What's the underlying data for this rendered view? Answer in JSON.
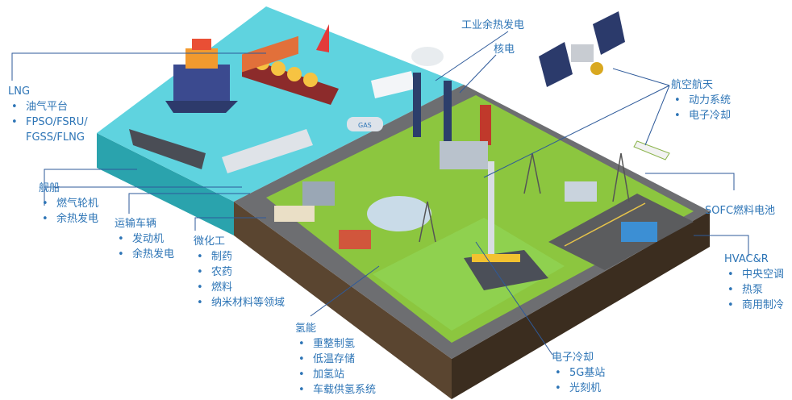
{
  "labels": {
    "lng": {
      "title": "LNG",
      "items": [
        "油气平台",
        "FPSO/FSRU/\nFGSS/FLNG"
      ]
    },
    "ship": {
      "title": "舰船",
      "items": [
        "燃气轮机",
        "余热发电"
      ]
    },
    "vehicle": {
      "title": "运输车辆",
      "items": [
        "发动机",
        "余热发电"
      ]
    },
    "chem": {
      "title": "微化工",
      "items": [
        "制药",
        "农药",
        "燃料",
        "纳米材料等领域"
      ]
    },
    "hydrogen": {
      "title": "氢能",
      "items": [
        "重整制氢",
        "低温存储",
        "加氢站",
        "车载供氢系统"
      ]
    },
    "electronics": {
      "title": "电子冷却",
      "items": [
        "5G基站",
        "光刻机"
      ]
    },
    "waste_heat": {
      "title": "工业余热发电"
    },
    "nuclear": {
      "title": "核电"
    },
    "aerospace": {
      "title": "航空航天",
      "items": [
        "动力系统",
        "电子冷却"
      ]
    },
    "sofc": {
      "title": "SOFC燃料电池"
    },
    "hvac": {
      "title": "HVAC&R",
      "items": [
        "中央空调",
        "热泵",
        "商用制冷"
      ]
    }
  },
  "scene_text": {
    "gas": "GAS"
  },
  "colors": {
    "label": "#2e75b6",
    "sea": "#5fd3df",
    "land": "#8cc63f",
    "road": "#6d6e71",
    "soil": "#4a3a28",
    "leader": "#2e5a9a"
  }
}
